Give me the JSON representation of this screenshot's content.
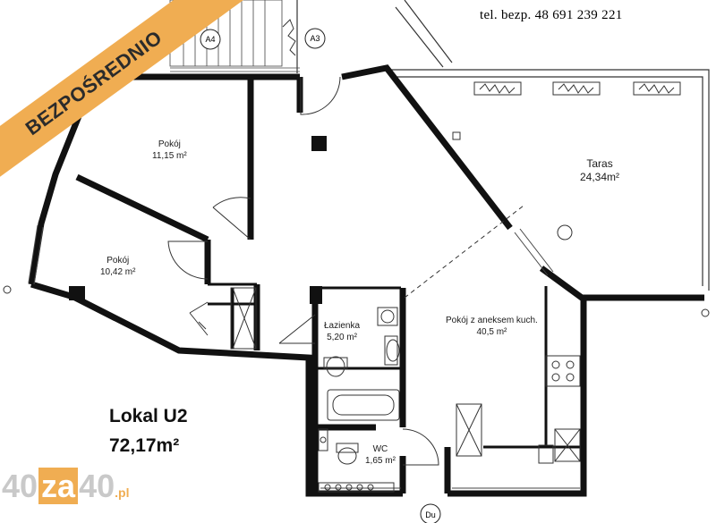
{
  "banner": {
    "text": "BEZPOŚREDNIO"
  },
  "contact": {
    "phone": "tel. bezp.  48 691 239 221"
  },
  "unit": {
    "name": "Lokal U2",
    "area": "72,17m²"
  },
  "logo": {
    "part1": "40",
    "part2": "za",
    "part3": "40",
    "suffix": ".pl"
  },
  "markers": {
    "a4": "A4",
    "a3": "A3",
    "du": "Du"
  },
  "rooms": [
    {
      "name": "Pokój",
      "area": "11,15 m²"
    },
    {
      "name": "Pokój",
      "area": "10,42 m²"
    },
    {
      "name": "Taras",
      "area": "24,34m²"
    },
    {
      "name": "Łazienka",
      "area": "5,20 m²"
    },
    {
      "name": "Pokój z aneksem kuch.",
      "area": "40,5 m²"
    },
    {
      "name": "WC",
      "area": "1,65 m²"
    }
  ],
  "colors": {
    "accent": "#f0ad52",
    "wall": "#111111",
    "logo_grey": "#c9c9c9"
  }
}
